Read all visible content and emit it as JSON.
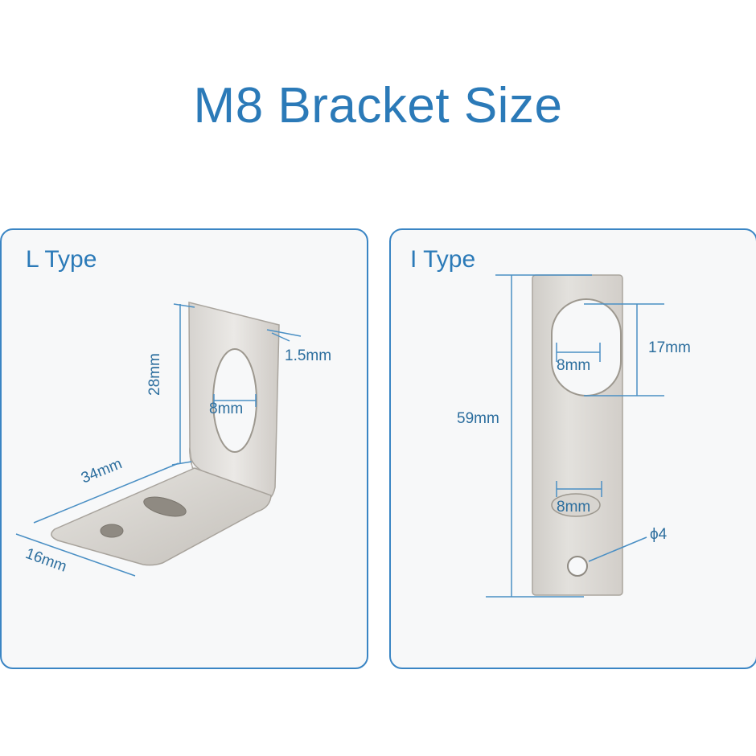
{
  "title": "M8 Bracket Size",
  "panels": {
    "l_type": {
      "label": "L Type",
      "dims": {
        "thickness": "1.5mm",
        "height": "28mm",
        "slot": "8mm",
        "length": "34mm",
        "width": "16mm"
      }
    },
    "i_type": {
      "label": "I Type",
      "dims": {
        "slot_width_top": "8mm",
        "slot_length": "17mm",
        "length": "59mm",
        "slot_width_bottom": "8mm",
        "hole": "ϕ4"
      }
    }
  },
  "colors": {
    "accent": "#2b7ab8",
    "border": "#3a85c4",
    "dimension_line": "#4a8fc4",
    "metal_light": "#e2dfdb",
    "metal_dark": "#b9b5af"
  }
}
